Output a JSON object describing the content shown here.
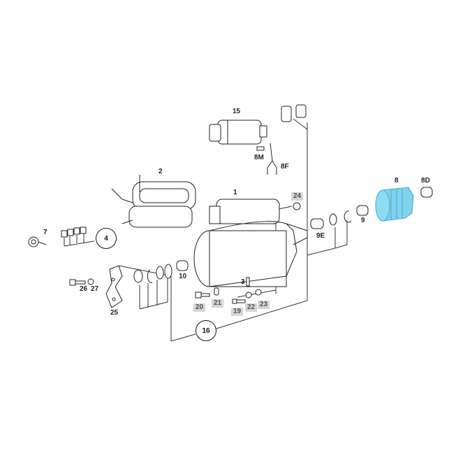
{
  "diagram": {
    "title": "Starter motor exploded parts diagram",
    "highlight_color": "#7fd3ee",
    "highlighted_part": "8",
    "labels": {
      "p1": "1",
      "p2": "2",
      "p3": "3",
      "p4": "4",
      "p7": "7",
      "p8": "8",
      "p8d": "8D",
      "p8f": "8F",
      "p8m": "8M",
      "p9": "9",
      "p9e": "9E",
      "p10": "10",
      "p15": "15",
      "p16": "16",
      "p19": "19",
      "p20": "20",
      "p21": "21",
      "p22": "22",
      "p23": "23",
      "p24": "24",
      "p25": "25",
      "p26": "26",
      "p27": "27"
    },
    "greyed_labels": [
      "19",
      "20",
      "21",
      "22",
      "23",
      "24"
    ]
  }
}
